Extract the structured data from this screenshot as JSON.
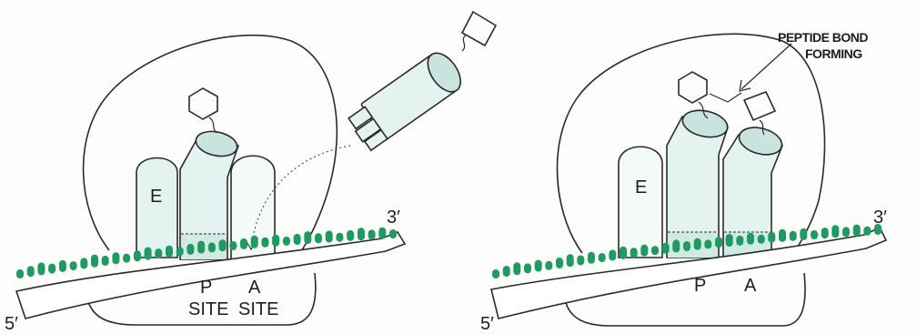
{
  "left_panel": {
    "exit_site_label": "E",
    "p_label": "P",
    "a_label": "A",
    "p_site_word": "SITE",
    "a_site_word": "SITE",
    "five_prime": "5′",
    "three_prime": "3′"
  },
  "right_panel": {
    "exit_site_label": "E",
    "p_label": "P",
    "a_label": "A",
    "five_prime": "5′",
    "three_prime": "3′",
    "annotation_line1": "PEPTIDE BOND",
    "annotation_line2": "FORMING"
  },
  "colors": {
    "nucleotide": "#1f9a63",
    "trna_fill": "#e4f3ef"
  }
}
